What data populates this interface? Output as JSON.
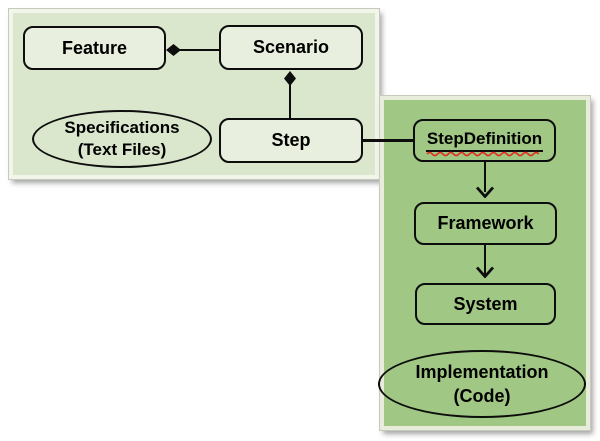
{
  "panels": {
    "specifications": {
      "nodes": {
        "feature": "Feature",
        "scenario": "Scenario",
        "step": "Step"
      },
      "ellipse": {
        "line1": "Specifications",
        "line2": "(Text Files)"
      }
    },
    "implementation": {
      "nodes": {
        "step_definition": "StepDefinition",
        "framework": "Framework",
        "system": "System"
      },
      "ellipse": {
        "line1": "Implementation",
        "line2": "(Code)"
      }
    }
  },
  "edges": [
    {
      "from": "Scenario",
      "to": "Feature",
      "type": "diamond-aggregation"
    },
    {
      "from": "Step",
      "to": "Scenario",
      "type": "diamond-aggregation"
    },
    {
      "from": "Step",
      "to": "StepDefinition",
      "type": "plain-line"
    },
    {
      "from": "StepDefinition",
      "to": "Framework",
      "type": "open-arrow"
    },
    {
      "from": "Framework",
      "to": "System",
      "type": "open-arrow"
    }
  ],
  "colors": {
    "outline": "#0d0d0d",
    "spellcheck": "#e02b1d",
    "left_panel_bg": "#dbe7cd",
    "left_node_bg": "#e9efde",
    "right_panel_bg": "#a0c783",
    "right_node_bg": "#a0c783"
  }
}
